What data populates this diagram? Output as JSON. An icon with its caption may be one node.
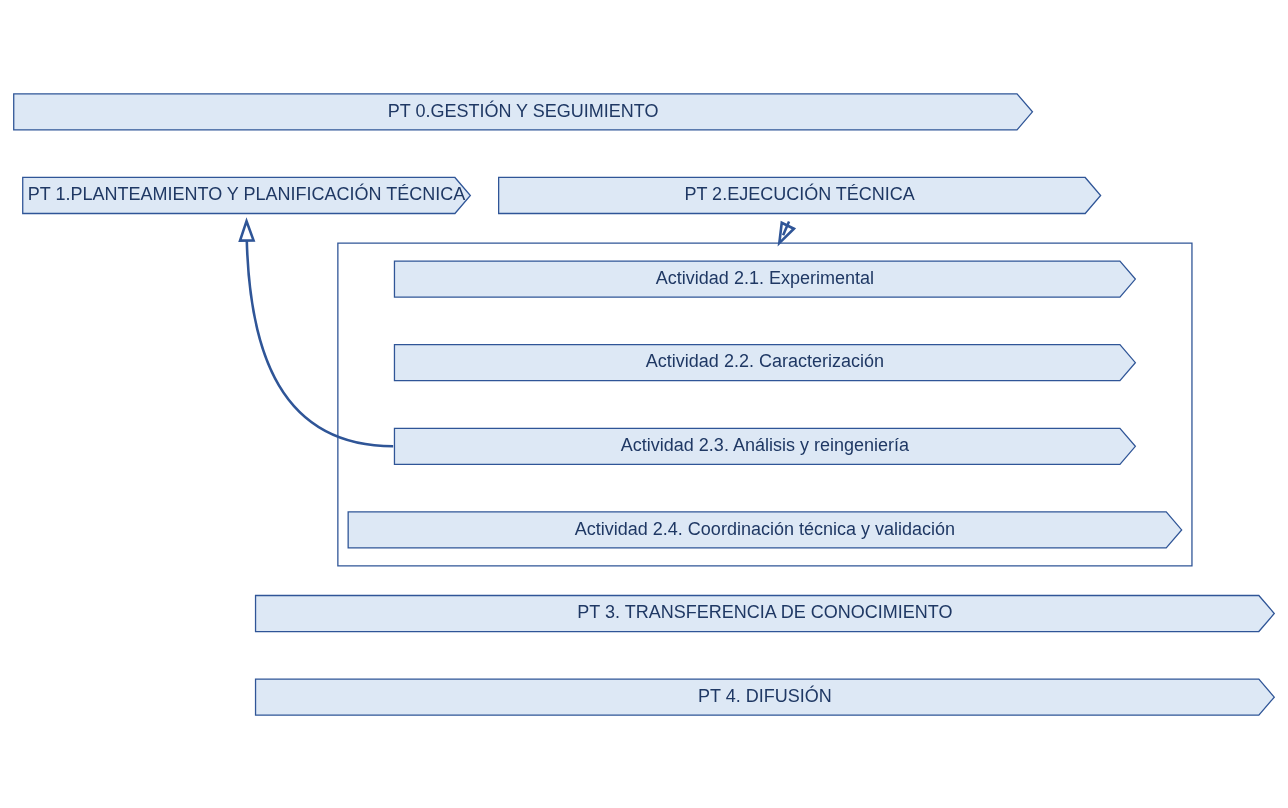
{
  "diagram": {
    "nodes": [
      {
        "text": [
          "PT 0.GESTIÓN Y SEGUIMIENTO"
        ]
      },
      {
        "text": [
          "PT 1.PLANTEAMIENTO Y PLANIFICACIÓN TÉCNICA"
        ]
      },
      {
        "text": [
          "PT 2.EJECUCIÓN TÉCNICA"
        ]
      },
      {
        "text": [],
        "shape": "box"
      },
      {
        "text": [
          "Actividad 2.1. Experimental"
        ],
        "in": 3
      },
      {
        "text": [
          "Actividad 2.2. Caracterización"
        ],
        "in": 3
      },
      {
        "text": [
          "Actividad 2.3. Análisis y reingeniería"
        ],
        "in": 3
      },
      {
        "text": [
          "Actividad 2.4. Coordinación técnica y validación"
        ],
        "in": 3
      },
      {
        "text": [
          "PT 3. TRANSFERENCIA DE CONOCIMIENTO"
        ]
      },
      {
        "text": [
          "PT 4. DIFUSIÓN"
        ]
      }
    ],
    "edges": [
      {
        "from": 2,
        "to": 3,
        "arrow": "to"
      },
      {
        "from": 6,
        "to": 1,
        "arrow": "to"
      }
    ]
  }
}
